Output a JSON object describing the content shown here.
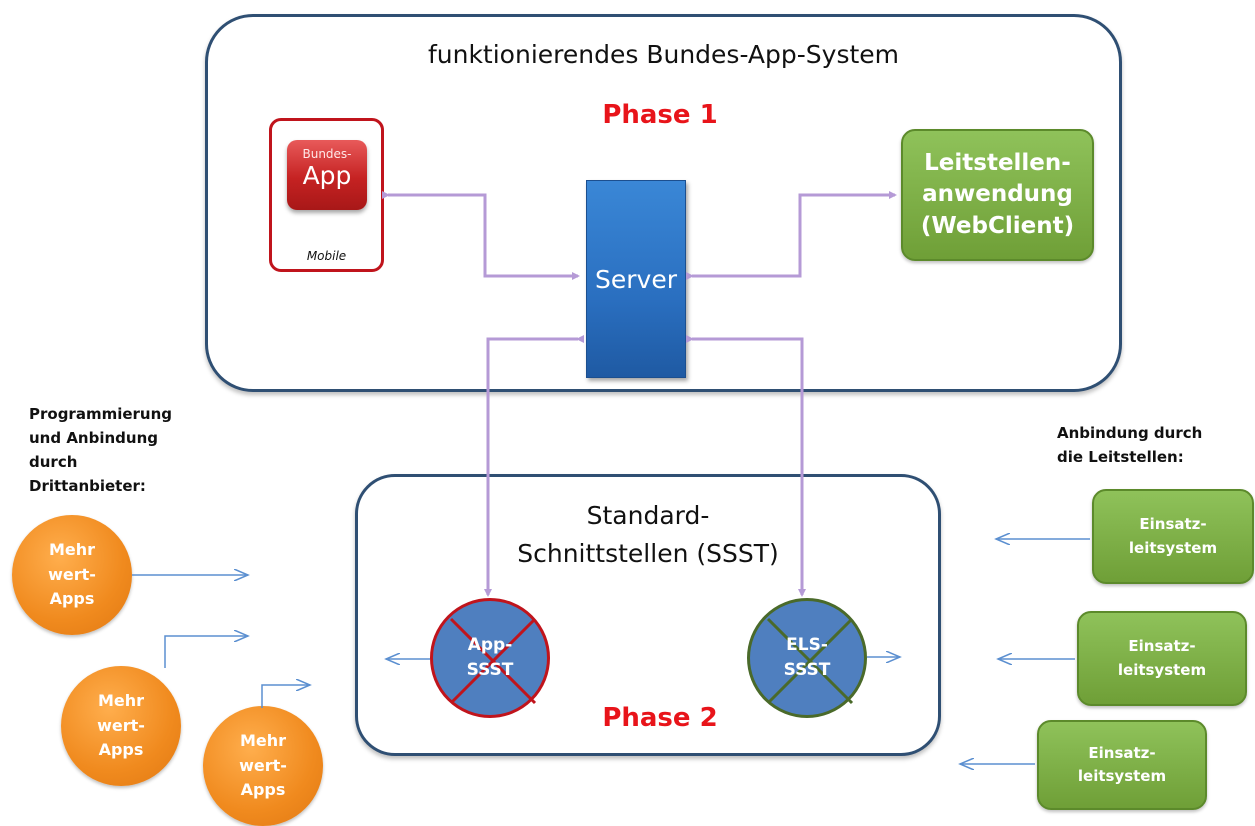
{
  "title": "funktionierendes Bundes-App-System",
  "phase1": "Phase 1",
  "phase2": "Phase 2",
  "mobile": {
    "bundes_label": "Bundes-",
    "app_label": "App",
    "caption": "Mobile"
  },
  "server": "Server",
  "leitstelle": {
    "line1": "Leitstellen-",
    "line2": "anwendung",
    "line3": "(WebClient)"
  },
  "ssst": {
    "line1": "Standard-",
    "line2": "Schnittstellen (SSST)",
    "app_line1": "App-",
    "app_line2": "SSST",
    "els_line1": "ELS-",
    "els_line2": "SSST"
  },
  "third_party": {
    "line1": "Programmierung",
    "line2": "und Anbindung",
    "line3": "durch",
    "line4": "Drittanbieter:"
  },
  "leitstellen_note": {
    "line1": "Anbindung durch",
    "line2": "die Leitstellen:"
  },
  "mehrwert_apps": [
    {
      "line1": "Mehr",
      "line2": "wert-",
      "line3": "Apps"
    },
    {
      "line1": "Mehr",
      "line2": "wert-",
      "line3": "Apps"
    },
    {
      "line1": "Mehr",
      "line2": "wert-",
      "line3": "Apps"
    }
  ],
  "einsatzleitsystem": [
    {
      "line1": "Einsatz-",
      "line2": "leitsystem"
    },
    {
      "line1": "Einsatz-",
      "line2": "leitsystem"
    },
    {
      "line1": "Einsatz-",
      "line2": "leitsystem"
    }
  ],
  "colors": {
    "frame": "#2f4f73",
    "phase_red": "#e8141a",
    "server_blue": "#2a6fc0",
    "leitstelle_green": "#7fb14a",
    "mehrwert_orange": "#f08a1e",
    "connector_purple": "#b59ad6",
    "connector_blue": "#5b8fd0"
  }
}
